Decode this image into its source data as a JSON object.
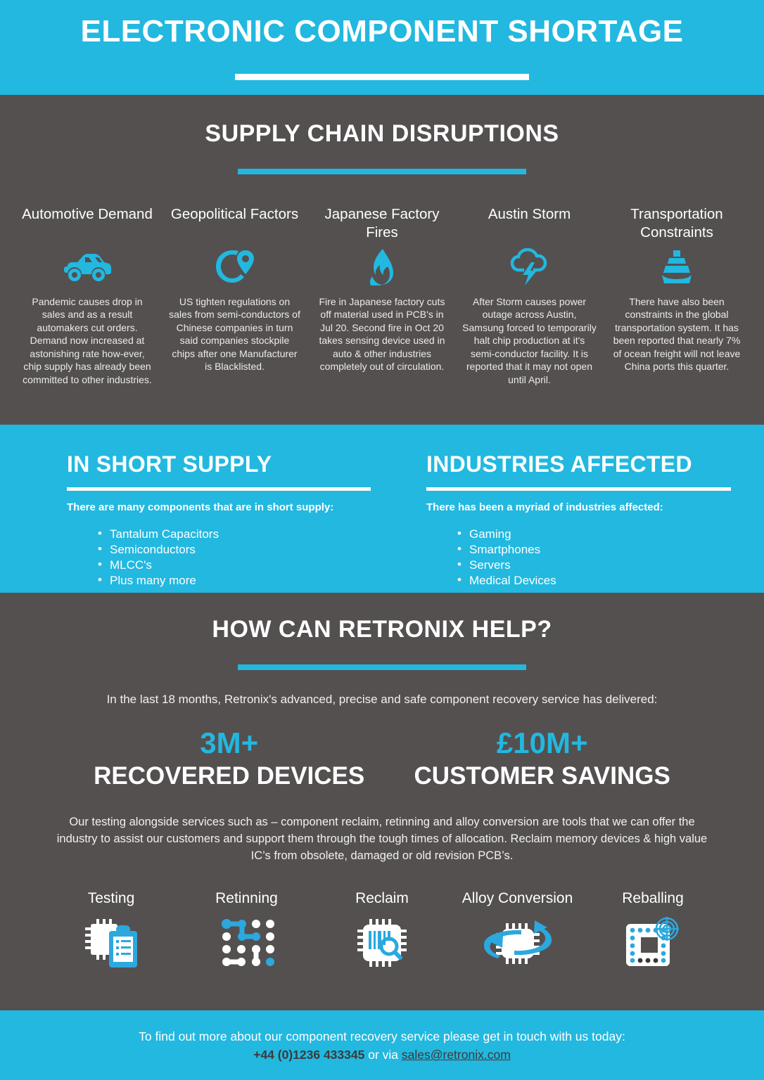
{
  "header": {
    "title": "ELECTRONIC COMPONENT SHORTAGE"
  },
  "supply_chain": {
    "title": "SUPPLY CHAIN DISRUPTIONS",
    "columns": [
      {
        "title": "Automotive Demand",
        "icon": "car-icon",
        "body": "Pandemic causes drop in sales and as a result automakers cut orders. Demand now increased at astonishing rate how-ever, chip supply has already been committed to other industries."
      },
      {
        "title": "Geopolitical Factors",
        "icon": "globe-pin-icon",
        "body": "US tighten regulations on sales from semi-conductors of Chinese companies in turn said companies stockpile chips after one Manufacturer is Blacklisted."
      },
      {
        "title": "Japanese Factory Fires",
        "icon": "flame-icon",
        "body": "Fire in Japanese factory cuts off material used in PCB's in Jul 20. Second fire in Oct 20 takes sensing device used in auto & other industries completely out of circulation."
      },
      {
        "title": "Austin Storm",
        "icon": "storm-cloud-icon",
        "body": "After Storm causes power outage across Austin, Samsung forced to temporarily halt chip production at it's semi-conductor facility. It is reported that it may not open until April."
      },
      {
        "title": "Transportation Constraints",
        "icon": "ship-icon",
        "body": "There have also been constraints in the global transportation system. It has been reported that nearly 7% of ocean freight will not leave China ports this quarter."
      }
    ]
  },
  "short_supply": {
    "title": "IN SHORT SUPPLY",
    "lead": "There are many components that are in short supply:",
    "items": [
      "Tantalum Capacitors",
      "Semiconductors",
      "MLCC's",
      "Plus many more"
    ]
  },
  "industries": {
    "title": "INDUSTRIES AFFECTED",
    "lead": "There has been a myriad of industries affected:",
    "items": [
      "Gaming",
      "Smartphones",
      "Servers",
      "Medical Devices"
    ]
  },
  "retronix": {
    "title": "HOW CAN RETRONIX HELP?",
    "lead": "In the last 18 months, Retronix's advanced, precise and safe component recovery service has delivered:",
    "stats": [
      {
        "number": "3M+",
        "label": "RECOVERED DEVICES"
      },
      {
        "number": "£10M+",
        "label": "CUSTOMER SAVINGS"
      }
    ],
    "description": "Our testing alongside services such as – component reclaim, retinning and alloy conversion are tools that we can offer the industry to assist our customers and support them through the tough times of allocation. Reclaim memory devices & high value IC’s from obsolete, damaged or old revision PCB’s.",
    "services": [
      {
        "label": "Testing",
        "icon": "chip-clipboard-icon"
      },
      {
        "label": "Retinning",
        "icon": "solder-dots-icon"
      },
      {
        "label": "Reclaim",
        "icon": "chip-magnifier-icon"
      },
      {
        "label": "Alloy Conversion",
        "icon": "chip-rotate-icon"
      },
      {
        "label": "Reballing",
        "icon": "bga-target-icon"
      }
    ]
  },
  "footer": {
    "line1": "To find out more about our component recovery service please get in touch with us today:",
    "phone": "+44 (0)1236 433345",
    "middle": " or via ",
    "email": "sales@retronix.com"
  },
  "colors": {
    "accent_blue": "#22b8e0",
    "dark_grey": "#545050",
    "white": "#ffffff"
  }
}
